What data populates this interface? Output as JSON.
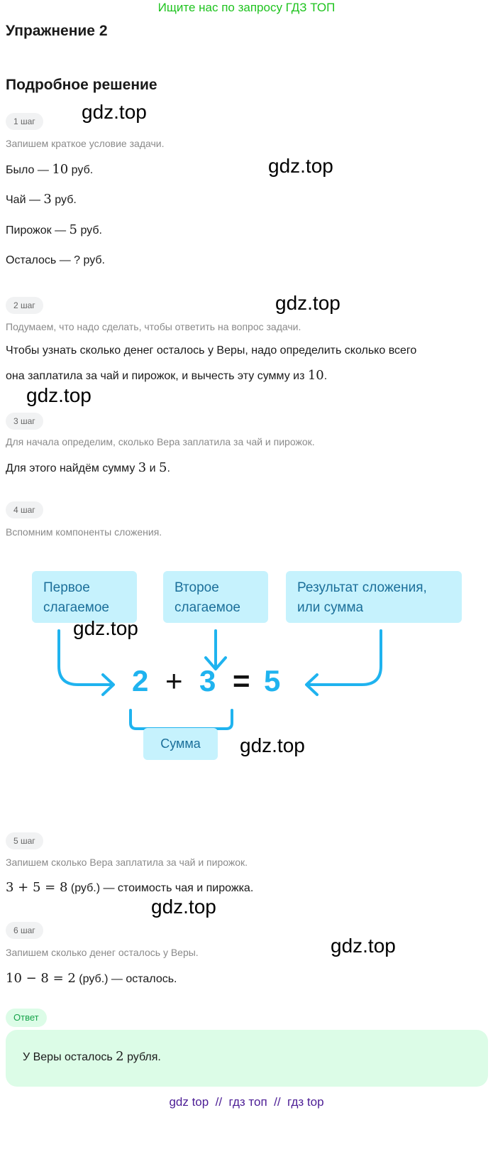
{
  "banner": "Ищите нас по запросу ГДЗ ТОП",
  "title": "Упражнение 2",
  "subtitle": "Подробное решение",
  "watermark": "gdz.top",
  "steps": [
    {
      "badge": "1 шаг",
      "hint": "Запишем краткое условие задачи.",
      "lines": [
        {
          "pre": "Было — ",
          "math": "10",
          "post": " руб."
        },
        {
          "pre": "Чай — ",
          "math": "3",
          "post": " руб."
        },
        {
          "pre": "Пирожок — ",
          "math": "5",
          "post": " руб."
        },
        {
          "pre": "Осталось — ? руб.",
          "math": "",
          "post": ""
        }
      ]
    },
    {
      "badge": "2 шаг",
      "hint": "Подумаем, что надо сделать, чтобы ответить на вопрос задачи.",
      "lines": [
        {
          "pre": "Чтобы узнать сколько денег осталось у Веры, надо определить сколько всего",
          "math": "",
          "post": ""
        },
        {
          "pre": "она заплатила за чай и пирожок, и вычесть эту сумму из ",
          "math": "10",
          "post": "."
        }
      ]
    },
    {
      "badge": "3 шаг",
      "hint": "Для начала определим, сколько Вера заплатила за чай и пирожок.",
      "lines": [
        {
          "pre": "Для этого найдём сумму ",
          "math": "3",
          "mid": " и ",
          "math2": "5",
          "post": "."
        }
      ]
    },
    {
      "badge": "4 шаг",
      "hint": "Вспомним компоненты сложения."
    },
    {
      "badge": "5 шаг",
      "hint": "Запишем сколько Вера заплатила за чай и пирожок.",
      "lines": [
        {
          "math": "3 + 5 = 8",
          "post": " (руб.) — стоимость чая и пирожка."
        }
      ]
    },
    {
      "badge": "6 шаг",
      "hint": "Запишем сколько денег осталось у Веры.",
      "lines": [
        {
          "math": "10 − 8 = 2",
          "post": " (руб.) — осталось."
        }
      ]
    }
  ],
  "diagram": {
    "box1": [
      "Первое",
      "слагаемое"
    ],
    "box2": [
      "Второе",
      "слагаемое"
    ],
    "box3": [
      "Результат сложения,",
      "или сумма"
    ],
    "a": "2",
    "plus": "+",
    "b": "3",
    "eq": "=",
    "c": "5",
    "sum_label": "Сумма",
    "accent": "#1fb3ef"
  },
  "answer": {
    "badge": "Ответ",
    "pre": "У Веры осталось ",
    "math": "2",
    "post": " рубля."
  },
  "footer": "gdz top  //  гдз топ  //  гдз top"
}
